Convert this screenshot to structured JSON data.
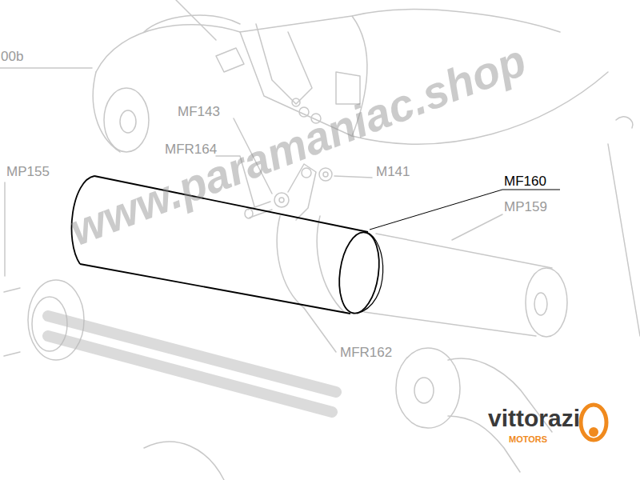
{
  "diagram": {
    "labels": [
      "00b",
      "MF143",
      "MFR164",
      "MP155",
      "M141",
      "MF160",
      "MP159",
      "MFR162",
      "www.paramaniac.shop",
      "vittorazi",
      "MOTORS"
    ]
  }
}
